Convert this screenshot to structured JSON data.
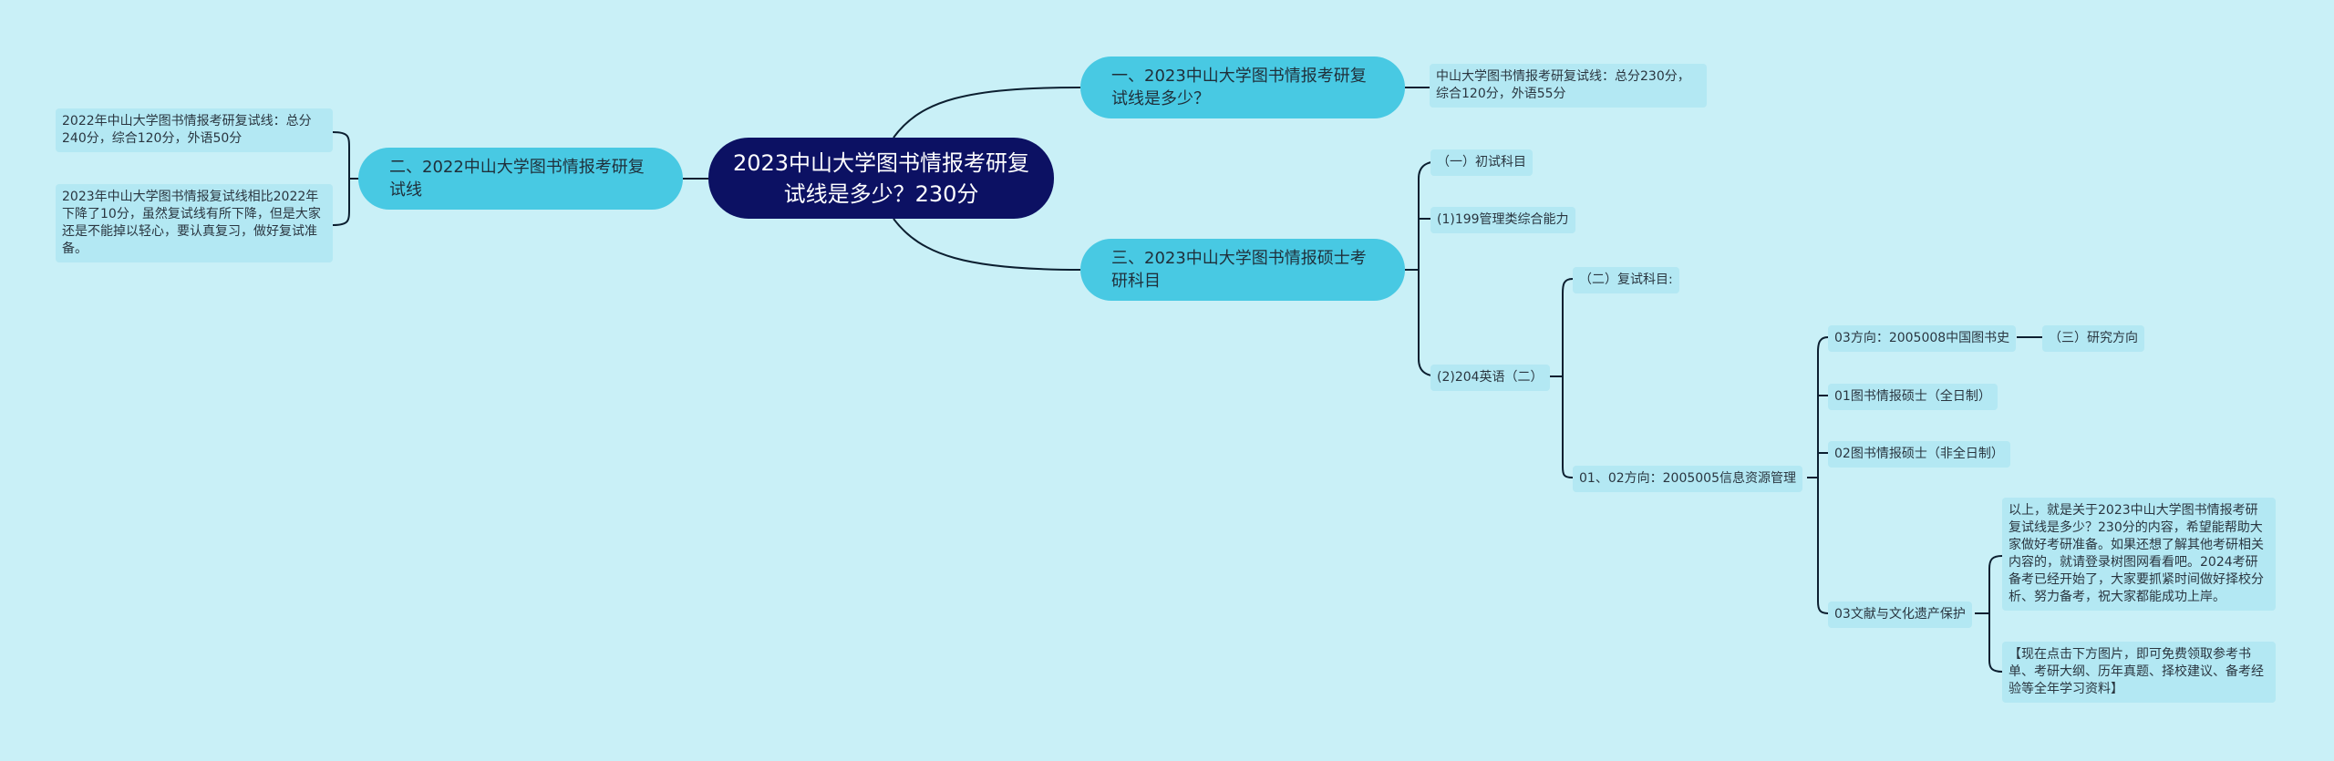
{
  "colors": {
    "background": "#c9f0f7",
    "root": "#0c1163",
    "branch": "#48c9e3",
    "leaf": "#b3e8f3",
    "line": "#0c1f30"
  },
  "mindmap": {
    "root": "2023中山大学图书情报考研复试线是多少？230分",
    "branch1": {
      "title": "一、2023中山大学图书情报考研复试线是多少？",
      "answer": "中山大学图书情报考研复试线：总分230分，综合120分，外语55分"
    },
    "branch2": {
      "title": "二、2022中山大学图书情报考研复试线",
      "leaf1": "2022年中山大学图书情报考研复试线：总分240分，综合120分，外语50分",
      "leaf2": "2023年中山大学图书情报复试线相比2022年下降了10分，虽然复试线有所下降，但是大家还是不能掉以轻心，要认真复习，做好复试准备。"
    },
    "branch3": {
      "title": "三、2023中山大学图书情报硕士考研科目",
      "first_exam": "（一）初试科目",
      "subject1": "(1)199管理类综合能力",
      "subject2": "(2)204英语（二）",
      "retest": "（二）复试科目:",
      "direction_0102": "01、02方向：2005005信息资源管理",
      "direction_03": "03方向：2005008中国图书史",
      "research": "（三）研究方向",
      "fulltime": "01图书情报硕士（全日制）",
      "parttime": "02图书情报硕士（非全日制）",
      "heritage": "03文献与文化遗产保护",
      "conclusion": "以上，就是关于2023中山大学图书情报考研复试线是多少？230分的内容，希望能帮助大家做好考研准备。如果还想了解其他考研相关内容的，就请登录树图网看看吧。2024考研备考已经开始了，大家要抓紧时间做好择校分析、努力备考，祝大家都能成功上岸。",
      "promo": "【现在点击下方图片，即可免费领取参考书单、考研大纲、历年真题、择校建议、备考经验等全年学习资料】"
    }
  }
}
